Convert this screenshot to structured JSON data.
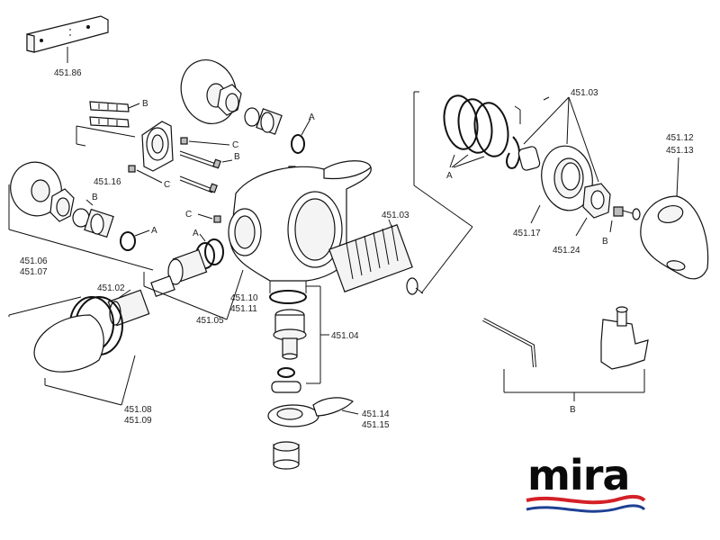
{
  "labels": {
    "p45186": "451.86",
    "p45116": "451.16",
    "p45106": "451.06",
    "p45107": "451.07",
    "p45102": "451.02",
    "p45105": "451.05",
    "p45108": "451.08",
    "p45109": "451.09",
    "p45110": "451.10",
    "p45111": "451.11",
    "p45104": "451.04",
    "p45114": "451.14",
    "p45115": "451.15",
    "p45103a": "451.03",
    "p45103b": "451.03",
    "p45117": "451.17",
    "p45124": "451.24",
    "p45112": "451.12",
    "p45113": "451.13",
    "A1": "A",
    "A2": "A",
    "A3": "A",
    "A4": "A",
    "B1": "B",
    "B2": "B",
    "B3": "B",
    "B4": "B",
    "B5": "B",
    "C1": "C",
    "C2": "C",
    "C3": "C"
  },
  "logo": {
    "text": "mira",
    "wave_red": "#d42027",
    "wave_blue": "#1e3f94"
  },
  "colors": {
    "line": "#111111",
    "background": "#ffffff"
  }
}
